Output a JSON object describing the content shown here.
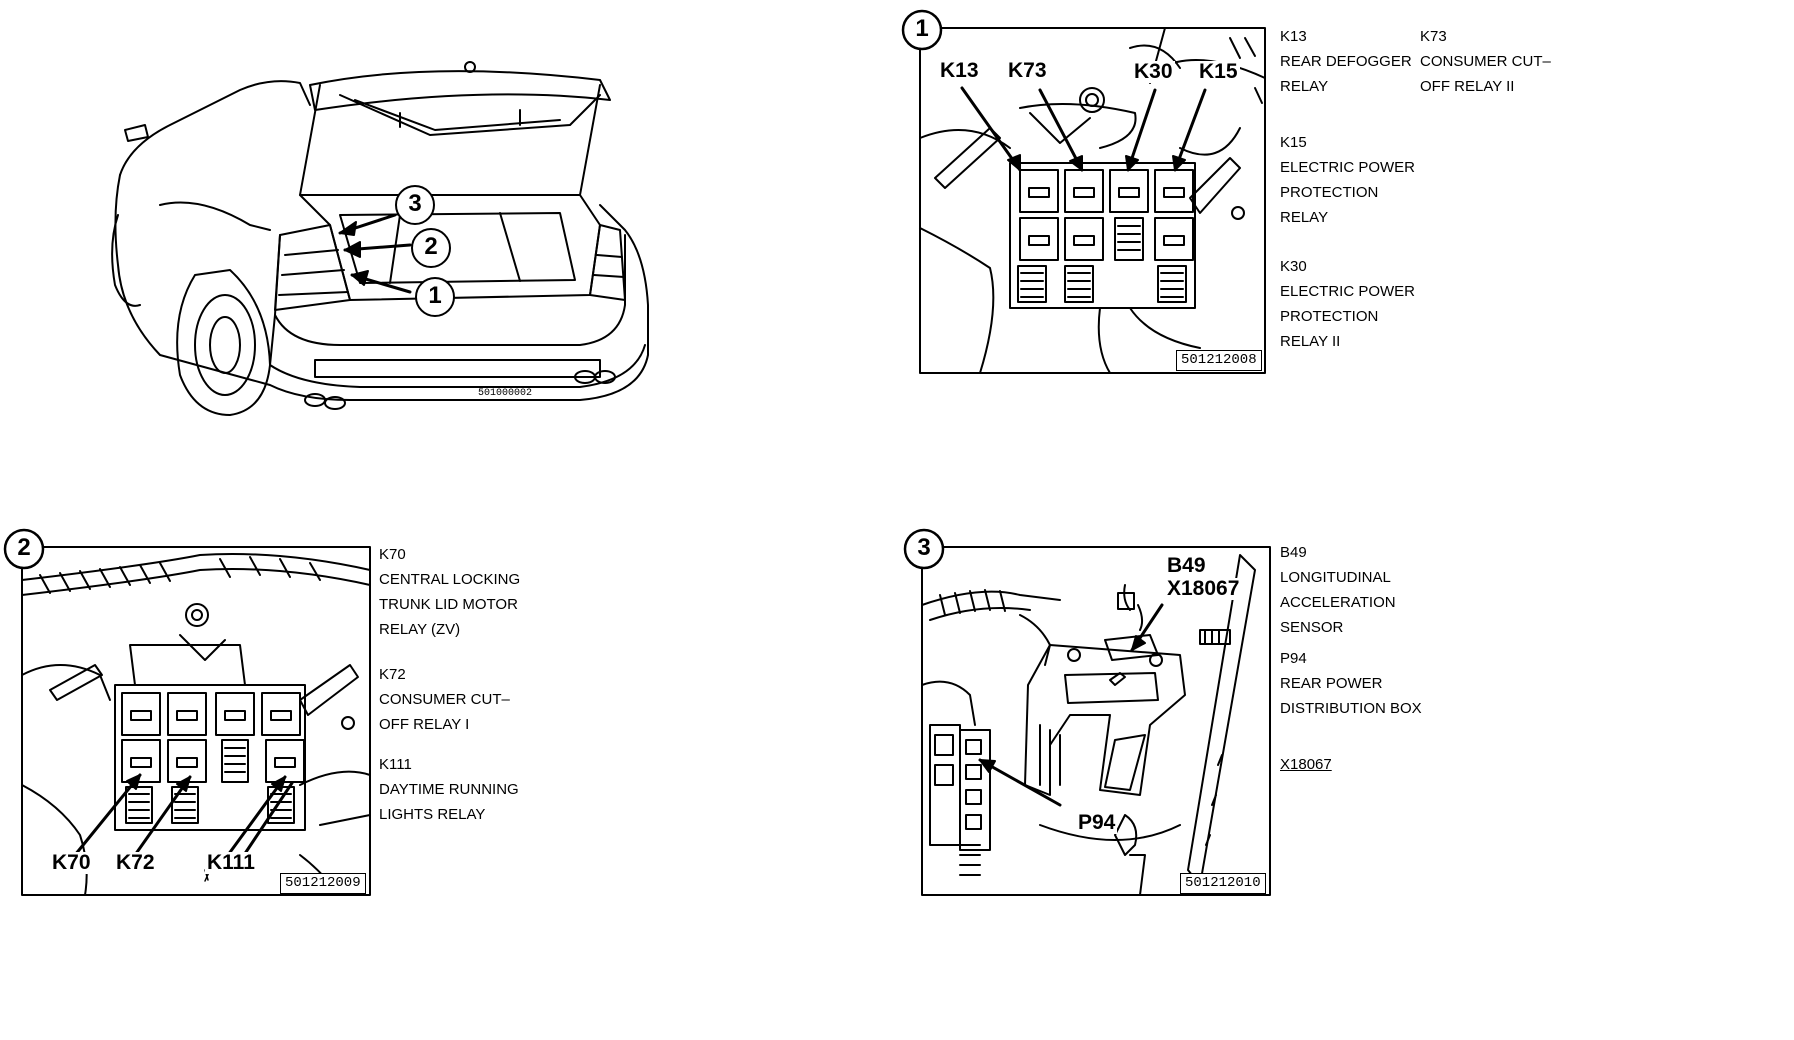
{
  "car": {
    "callouts": [
      "3",
      "2",
      "1"
    ],
    "image_code": "501000002"
  },
  "panel1": {
    "number": "1",
    "callouts": [
      "K13",
      "K73",
      "K30",
      "K15"
    ],
    "part_number": "501212008",
    "legend": [
      {
        "code": "K13",
        "lines": [
          "REAR DEFOGGER",
          "RELAY"
        ]
      },
      {
        "code": "K73",
        "lines": [
          "CONSUMER CUT–",
          "OFF RELAY II"
        ]
      },
      {
        "code": "K15",
        "lines": [
          "ELECTRIC POWER",
          "PROTECTION",
          "RELAY"
        ]
      },
      {
        "code": "K30",
        "lines": [
          "ELECTRIC POWER",
          "PROTECTION",
          "RELAY II"
        ]
      }
    ]
  },
  "panel2": {
    "number": "2",
    "callouts": [
      "K70",
      "K72",
      "K111"
    ],
    "part_number": "501212009",
    "legend": [
      {
        "code": "K70",
        "lines": [
          "CENTRAL LOCKING",
          "TRUNK LID MOTOR",
          "RELAY (ZV)"
        ]
      },
      {
        "code": "K72",
        "lines": [
          "CONSUMER CUT–",
          "OFF RELAY I"
        ]
      },
      {
        "code": "K111",
        "lines": [
          "DAYTIME RUNNING",
          "LIGHTS RELAY"
        ]
      }
    ]
  },
  "panel3": {
    "number": "3",
    "callouts": [
      "B49",
      "X18067",
      "P94"
    ],
    "part_number": "501212010",
    "legend": [
      {
        "code": "B49",
        "lines": [
          "LONGITUDINAL",
          "ACCELERATION",
          "SENSOR"
        ]
      },
      {
        "code": "P94",
        "lines": [
          "REAR POWER",
          "DISTRIBUTION BOX"
        ]
      },
      {
        "code": "X18067",
        "lines": []
      }
    ]
  },
  "colors": {
    "ink": "#000000",
    "paper": "#ffffff"
  },
  "icons": [
    "car-rear-open-trunk-drawing",
    "relay-box-drawing",
    "sensor-bracket-drawing"
  ]
}
